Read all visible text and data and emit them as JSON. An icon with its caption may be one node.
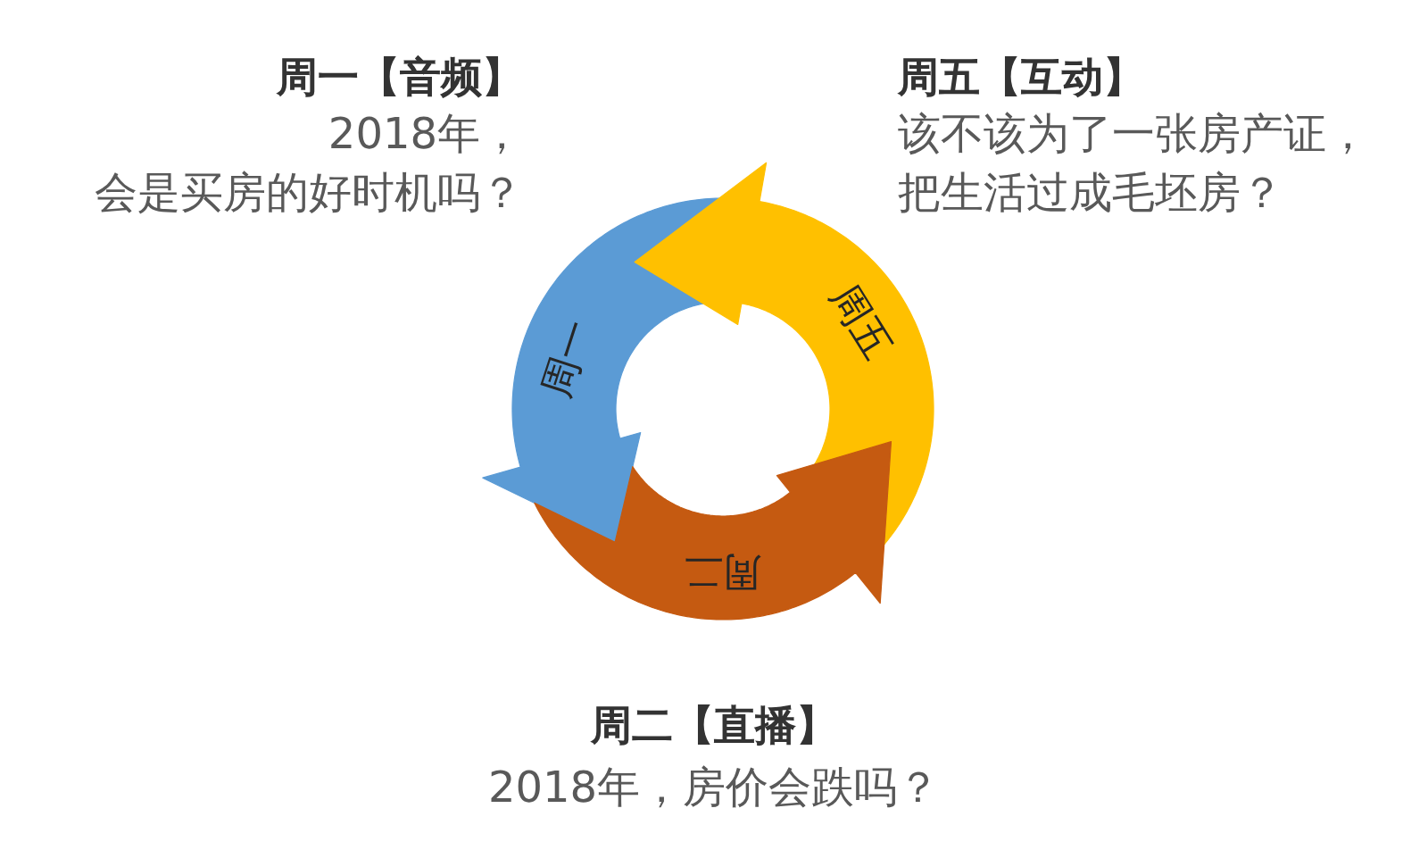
{
  "diagram": {
    "nodes": [
      {
        "text": [
          "周一"
        ],
        "beside": [
          "周一【音频】",
          "2018年，",
          "会是买房的好时机吗？"
        ]
      },
      {
        "text": [
          "周五"
        ],
        "beside": [
          "周五【互动】",
          "该不该为了一张房产证，把生活过成毛坯房？"
        ]
      },
      {
        "text": [
          "周二"
        ],
        "beside": [
          "周二【直播】",
          "2018年，房价会跌吗？"
        ]
      }
    ]
  }
}
